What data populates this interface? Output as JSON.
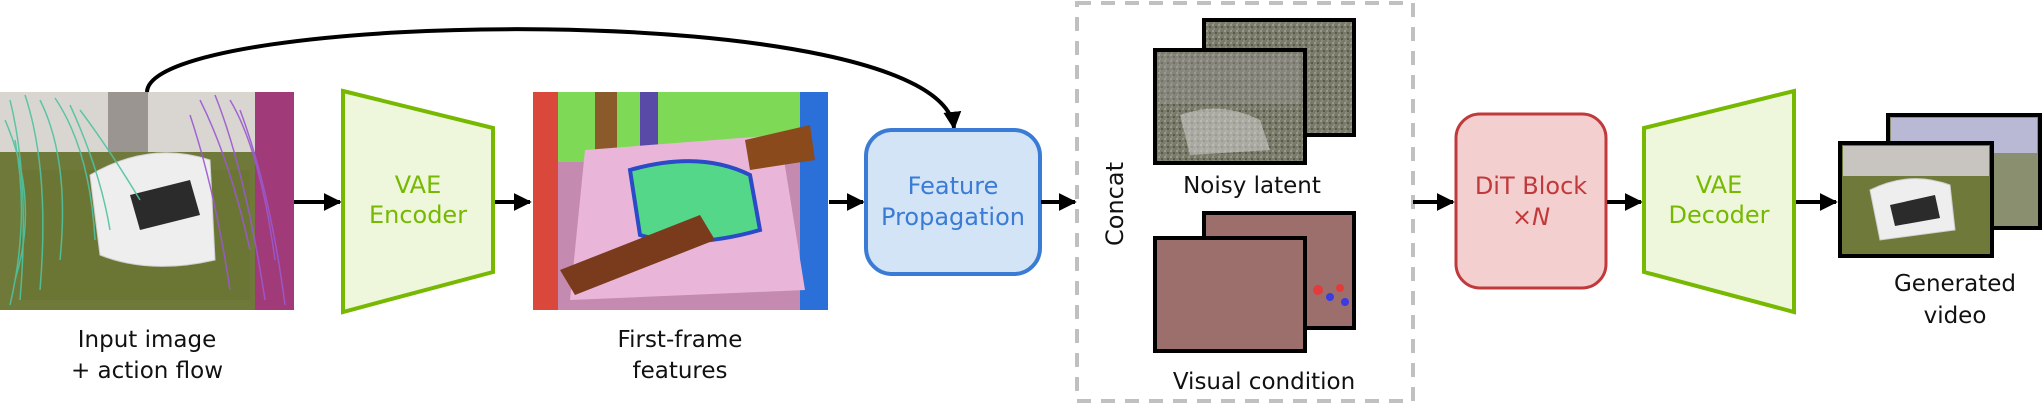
{
  "labels": {
    "input_caption_1": "Input image",
    "input_caption_2": "+ action flow",
    "vae_encoder_1": "VAE",
    "vae_encoder_2": "Encoder",
    "features_caption_1": "First-frame",
    "features_caption_2": "features",
    "feature_prop_1": "Feature",
    "feature_prop_2": "Propagation",
    "concat": "Concat",
    "noisy_latent": "Noisy latent",
    "visual_condition": "Visual condition",
    "dit_block_1": "DiT Block",
    "dit_block_2": "×N",
    "vae_decoder_1": "VAE",
    "vae_decoder_2": "Decoder",
    "generated_caption_1": "Generated",
    "generated_caption_2": "video"
  },
  "colors": {
    "vae_stroke": "#76b900",
    "vae_fill": "#eef6dc",
    "vae_text": "#76b900",
    "feature_prop_stroke": "#3a7bd5",
    "feature_prop_fill": "#d3e4f7",
    "feature_prop_text": "#3a7bd5",
    "dit_stroke": "#c0393b",
    "dit_fill": "#f4cfcf",
    "dit_text": "#c0393b",
    "condition_fill": "#9c6f6c",
    "dashed_box": "#c0c0c0",
    "arrow": "#000000"
  }
}
